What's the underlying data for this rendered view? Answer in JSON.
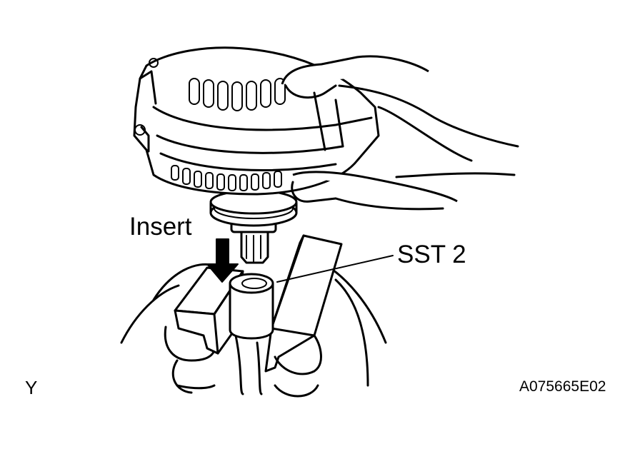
{
  "labels": {
    "insert": "Insert",
    "sst": "SST 2",
    "corner_letter": "Y",
    "figure_code": "A075665E02"
  },
  "icons": {
    "arrow": "down-arrow-icon"
  },
  "colors": {
    "ink": "#000000",
    "paper": "#ffffff"
  }
}
